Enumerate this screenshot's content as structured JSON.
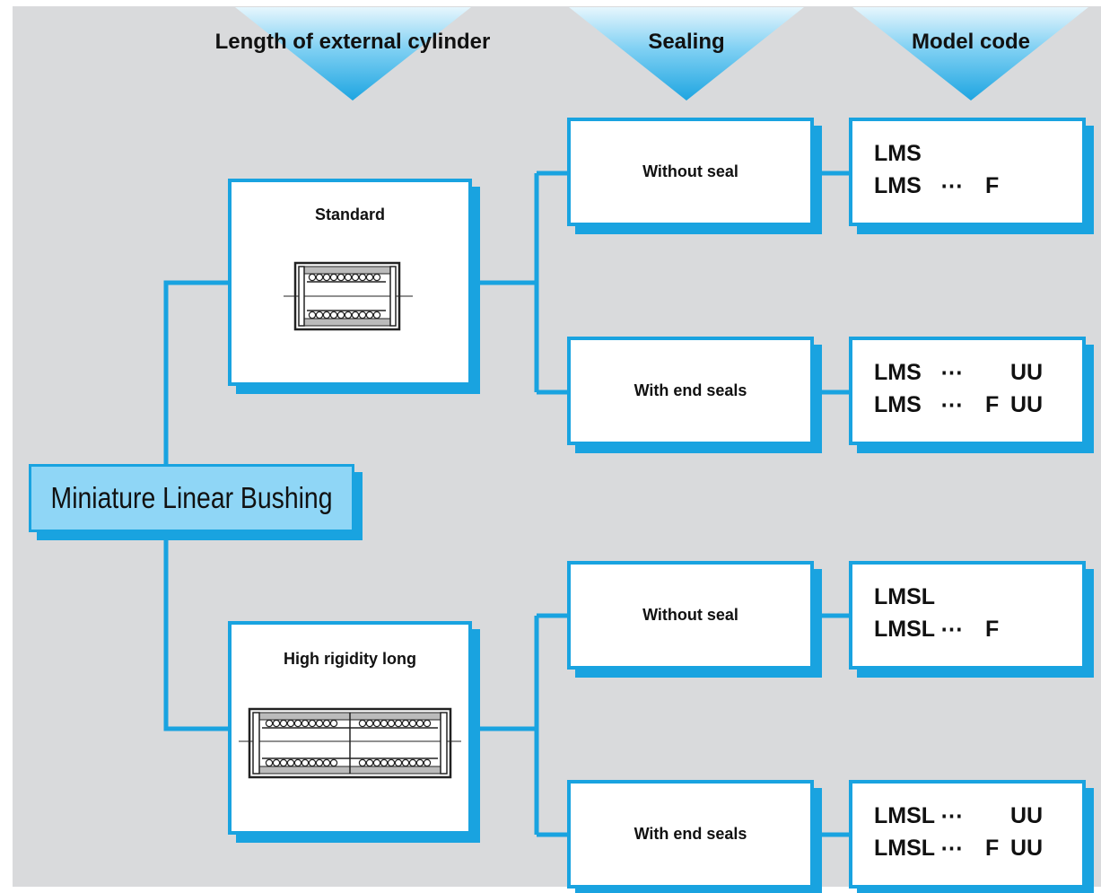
{
  "headers": {
    "length": "Length of external cylinder",
    "sealing": "Sealing",
    "model_code": "Model code"
  },
  "root": {
    "label": "Miniature Linear Bushing"
  },
  "lengths": {
    "standard": "Standard",
    "long": "High rigidity long"
  },
  "sealing": {
    "std_without": "Without seal",
    "std_with": "With end seals",
    "long_without": "Without seal",
    "long_with": "With end seals"
  },
  "codes": {
    "std_without": [
      {
        "name": "LMS",
        "dots": "",
        "f": "",
        "uu": ""
      },
      {
        "name": "LMS",
        "dots": "⋯",
        "f": "F",
        "uu": ""
      }
    ],
    "std_with": [
      {
        "name": "LMS",
        "dots": "⋯",
        "f": "",
        "uu": "UU"
      },
      {
        "name": "LMS",
        "dots": "⋯",
        "f": "F",
        "uu": "UU"
      }
    ],
    "long_without": [
      {
        "name": "LMSL",
        "dots": "",
        "f": "",
        "uu": ""
      },
      {
        "name": "LMSL",
        "dots": "⋯",
        "f": "F",
        "uu": ""
      }
    ],
    "long_with": [
      {
        "name": "LMSL",
        "dots": "⋯",
        "f": "",
        "uu": "UU"
      },
      {
        "name": "LMSL",
        "dots": "⋯",
        "f": "F",
        "uu": "UU"
      }
    ]
  },
  "colors": {
    "accent": "#19a3e0",
    "root_fill": "#8fd6f6",
    "background": "#d9dadc"
  }
}
